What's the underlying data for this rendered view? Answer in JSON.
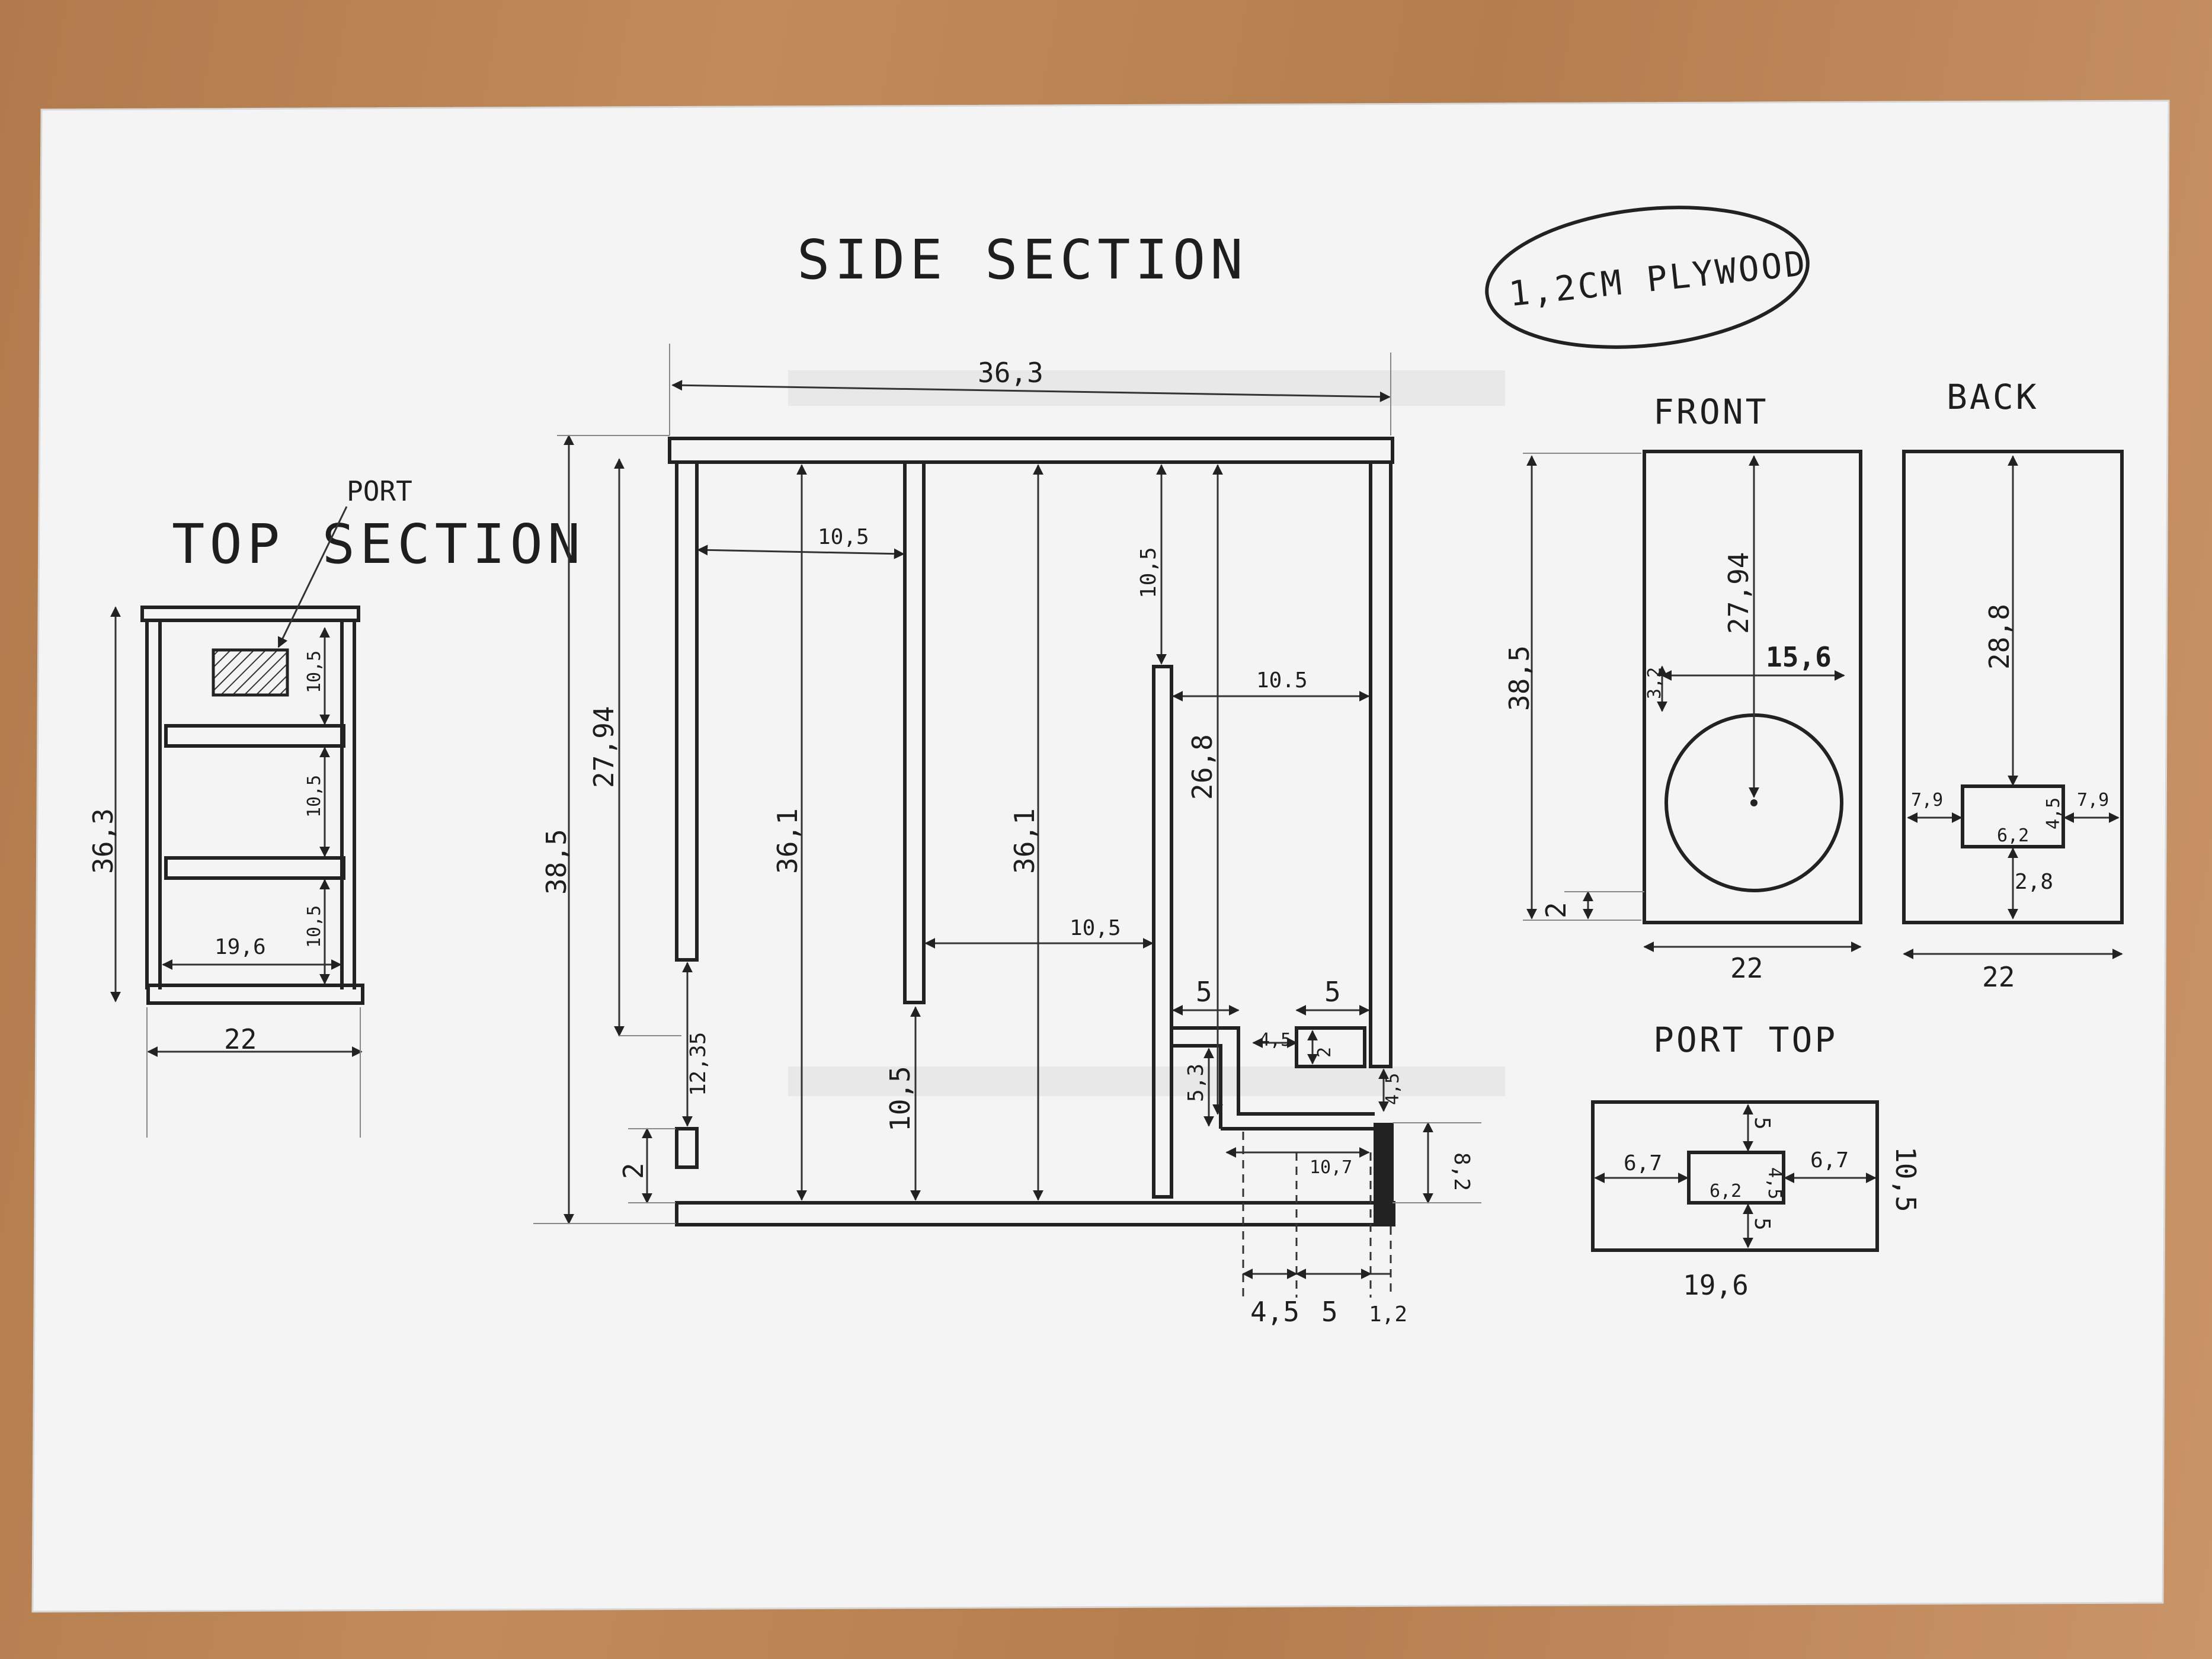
{
  "titles": {
    "side_section": "SIDE SECTION",
    "top_section": "TOP SECTION",
    "front": "FRONT",
    "back": "BACK",
    "port_top": "PORT TOP",
    "material": "1,2CM PLYWOOD",
    "port_label": "PORT"
  },
  "top_section": {
    "height": "36,3",
    "width": "22",
    "inner_width": "19,6",
    "slot_1": "10,5",
    "slot_2": "10,5",
    "slot_3": "10,5"
  },
  "side_section": {
    "total_width": "36,3",
    "total_height": "38,5",
    "dim_27_94": "27,94",
    "dim_12_35": "12,35",
    "dim_2": "2",
    "dim_36_1_a": "36,1",
    "dim_36_1_b": "36,1",
    "dim_10_5_top_left": "10,5",
    "dim_10_5_vert": "10,5",
    "dim_10_5_right": "10.5",
    "dim_26_8": "26,8",
    "dim_10_5_lower_vert": "10,5",
    "dim_10_5_lower_mid": "10,5",
    "dim_5_left": "5",
    "dim_5_right": "5",
    "dim_4_5_a": "4,5",
    "dim_2_b": "2",
    "dim_5_3": "5,3",
    "dim_4_5_b": "4,5",
    "dim_10_7": "10,7",
    "dim_8_2": "8,2",
    "bottom_4_5": "4,5",
    "bottom_5": "5",
    "bottom_1_2": "1,2"
  },
  "front": {
    "height": "38,5",
    "width": "22",
    "center_height": "27,94",
    "driver_dia": "15,6",
    "offset": "3,2",
    "bottom": "2"
  },
  "back": {
    "height": "28,8",
    "width": "22",
    "left": "7,9",
    "right": "7,9",
    "port_w": "6,2",
    "port_h": "4,5",
    "bottom": "2,8"
  },
  "port_top": {
    "width": "19,6",
    "height": "10,5",
    "left": "6,7",
    "right": "6,7",
    "top": "5",
    "bottom": "5",
    "port_w": "6,2",
    "port_h": "4,5"
  }
}
